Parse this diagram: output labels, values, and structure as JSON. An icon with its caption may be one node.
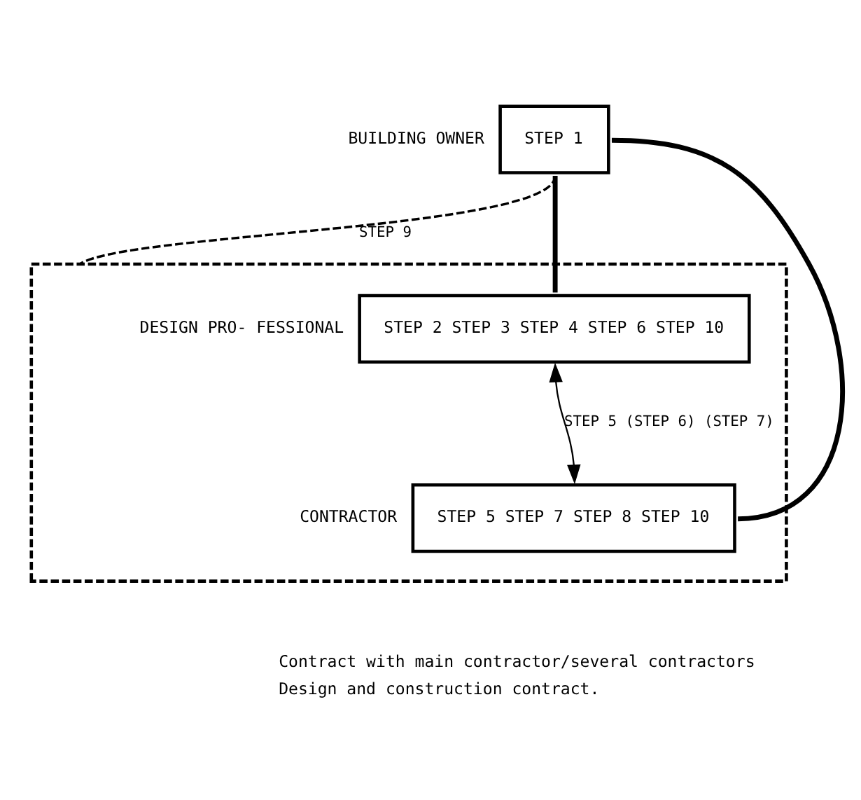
{
  "diagram": {
    "nodes": [
      {
        "text": [
          "STEP 1"
        ],
        "beside": [
          "BUILDING OWNER"
        ]
      },
      {
        "text": [],
        "shape": "box"
      },
      {
        "text": [
          "STEP 2 STEP 3 STEP 4 STEP 6 STEP 10"
        ],
        "in": 1,
        "beside": [
          "DESIGN PRO- FESSIONAL"
        ]
      },
      {
        "text": [
          "STEP 5 STEP 7 STEP 8 STEP 10"
        ],
        "in": 1,
        "beside": [
          "CONTRACTOR"
        ]
      }
    ],
    "edges": [
      {
        "from": 0,
        "to": 1,
        "arrow": "none",
        "style": "dashed",
        "label": "STEP 9"
      },
      {
        "from": 0,
        "to": 2,
        "arrow": "none",
        "style": "thick"
      },
      {
        "from": 0,
        "to": 3,
        "arrow": "none",
        "style": "thick"
      },
      {
        "from": 2,
        "to": 3,
        "arrow": "both",
        "label": "STEP 5 (STEP 6) (STEP 7)"
      }
    ],
    "legend": [
      {
        "text": "Contract with main contractor/several contractors"
      },
      {
        "text": "Design and construction contract."
      }
    ]
  }
}
